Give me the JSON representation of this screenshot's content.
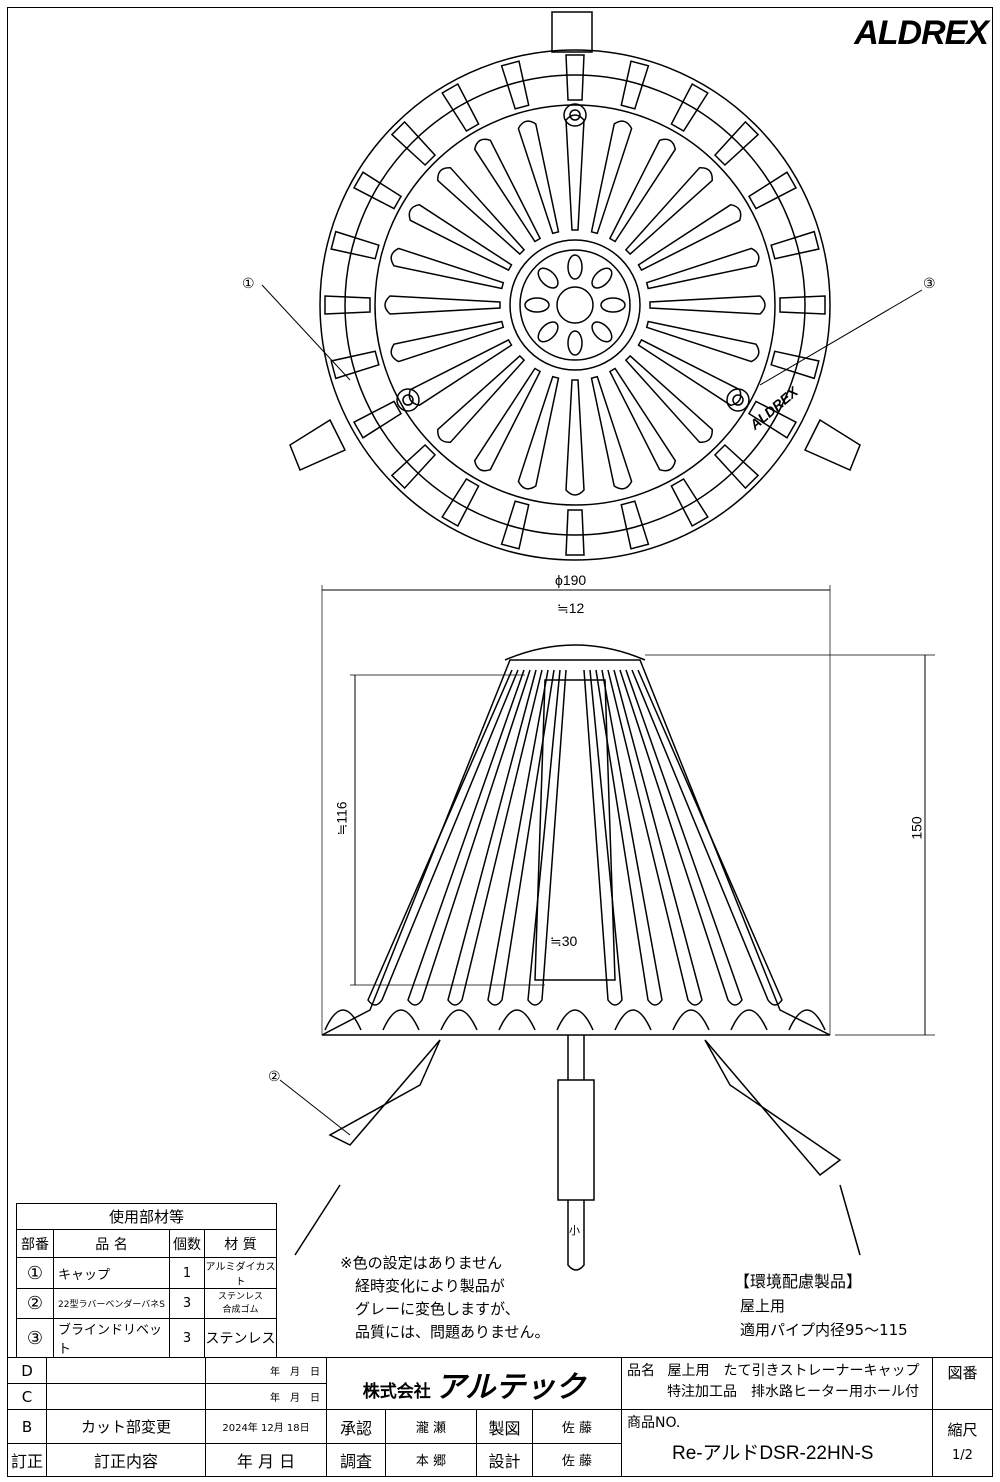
{
  "brand": "ALDREX",
  "callouts": [
    "①",
    "②",
    "③"
  ],
  "embossed_text": "ALDREX",
  "dimensions": {
    "diameter": "ϕ190",
    "top_width": "≒12",
    "cone_height": "≒116",
    "total_height": "150",
    "slot_width": "≒30"
  },
  "small_mark": "小",
  "parts_table": {
    "title": "使用部材等",
    "headers": [
      "部番",
      "品 名",
      "個数",
      "材 質"
    ],
    "rows": [
      {
        "no": "①",
        "name": "キャップ",
        "qty": "1",
        "material": "アルミダイカスト"
      },
      {
        "no": "②",
        "name": "22型ラバーベンダーバネS",
        "qty": "3",
        "material": "ステンレス",
        "material2": "合成ゴム"
      },
      {
        "no": "③",
        "name": "ブラインドリベット",
        "qty": "3",
        "material": "ステンレス"
      }
    ]
  },
  "notes": "※色の設定はありません\n　経時変化により製品が\n　グレーに変色しますが、\n　品質には、問題ありません。",
  "environment": {
    "title": "【環境配慮製品】",
    "line1": "屋上用",
    "line2": "適用パイプ内径95～115"
  },
  "title_block": {
    "revisions": [
      {
        "mark": "D",
        "content": "",
        "date": "年　月　日"
      },
      {
        "mark": "C",
        "content": "",
        "date": "年　月　日"
      },
      {
        "mark": "B",
        "content": "カット部変更",
        "date": "2024年 12月 18日"
      }
    ],
    "rev_header": {
      "mark": "訂正",
      "content": "訂正内容",
      "date": "年 月 日"
    },
    "company": "株式会社",
    "company_logo": "アルテック",
    "approval_label": "承認",
    "approval": "瀧 瀬",
    "drawn_label": "製図",
    "drawn": "佐 藤",
    "check_label": "調査",
    "check": "本 郷",
    "design_label": "設計",
    "design": "佐 藤",
    "product_name_label": "品名",
    "product_name_1": "屋上用　たて引きストレーナーキャップ",
    "product_name_2": "特注加工品　排水路ヒーター用ホール付",
    "drawing_no_label": "図番",
    "product_no_label": "商品NO.",
    "product_no": "Re-アルドDSR-22HN-S",
    "scale_label": "縮尺",
    "scale": "1/2"
  }
}
